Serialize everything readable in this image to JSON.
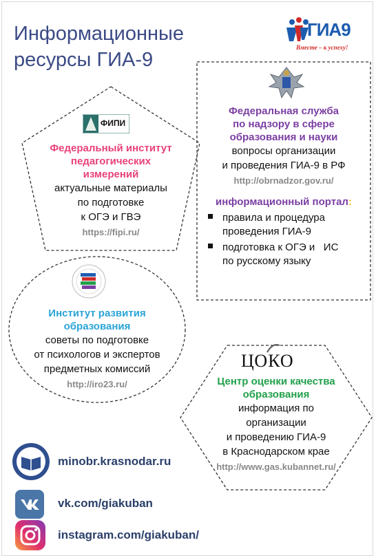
{
  "title": {
    "line1": "Информационные",
    "line2": "ресурсы ГИА-9"
  },
  "logo": {
    "text": "ГИА9",
    "slogan": "Вместе – к успеху!"
  },
  "fipi": {
    "logo_text": "ФИПИ",
    "title": [
      "Федеральный институт",
      "педагогических",
      "измерений"
    ],
    "body": [
      "актуальные материалы",
      "по подготовке",
      "к ОГЭ и ГВЭ"
    ],
    "url": "https://fipi.ru/"
  },
  "obrnadzor": {
    "title": [
      "Федеральная служба",
      "по надзору в сфере",
      "образования и науки"
    ],
    "body": [
      "вопросы организации",
      "и проведения ГИА-9 в РФ"
    ],
    "url": "http://obrnadzor.gov.ru/",
    "portal_label": "информационный портал",
    "portal_colon": ":",
    "bullets": [
      [
        "правила и процедура",
        "проведения ГИА-9"
      ],
      [
        "подготовка к ОГЭ и   ИС",
        "по русскому языку"
      ]
    ]
  },
  "iro": {
    "title": [
      "Институт развития",
      "образования"
    ],
    "body": [
      "советы по подготовке",
      "от психологов и экспертов",
      "предметных комиссий"
    ],
    "url": "http://iro23.ru/"
  },
  "coko": {
    "logo_text": "ЦОКО",
    "title": [
      "Центр оценки качества",
      "образования"
    ],
    "body": [
      "информация по",
      "организации",
      "и проведению ГИА-9",
      "в Краснодарском крае"
    ],
    "url": "http://www.gas.kubannet.ru/"
  },
  "contacts": [
    {
      "icon": "ministry-emblem-icon",
      "text": "minobr.krasnodar.ru"
    },
    {
      "icon": "vk-icon",
      "text": "vk.com/giakuban"
    },
    {
      "icon": "instagram-icon",
      "text": "instagram.com/giakuban/"
    }
  ],
  "colors": {
    "title": "#3b4a86",
    "pink": "#e8417a",
    "purple": "#7b3fa3",
    "blue": "#2aa4d6",
    "green": "#21a04a",
    "vk": "#4a76a8"
  }
}
